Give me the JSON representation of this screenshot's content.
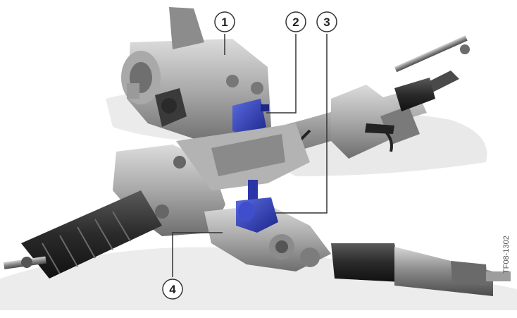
{
  "colors": {
    "background": "#ffffff",
    "shadow": "#e6e6e6",
    "metal_light": "#c9c9c9",
    "metal_mid": "#9c9c9c",
    "metal_dark": "#5b5b5b",
    "boot_dark": "#2c2c2c",
    "sensor_blue": "#2f3fb5",
    "callout_stroke": "#333333"
  },
  "callouts": [
    {
      "number": "1"
    },
    {
      "number": "2"
    },
    {
      "number": "3"
    },
    {
      "number": "4"
    }
  ],
  "figure_code": "TF08-1302"
}
